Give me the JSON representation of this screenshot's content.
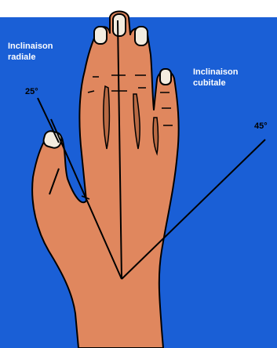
{
  "labels": {
    "radial_line1": "Inclinaison",
    "radial_line2": "radiale",
    "ulnar_line1": "Inclinaison",
    "ulnar_line2": "cubitale",
    "radial_angle": "25°",
    "ulnar_angle": "45°"
  },
  "colors": {
    "background": "#1a5fd6",
    "skin": "#e0875e",
    "nail": "#f3ece0",
    "outline": "#000000",
    "label_text": "#ffffff",
    "top_band": "#ffffff"
  }
}
